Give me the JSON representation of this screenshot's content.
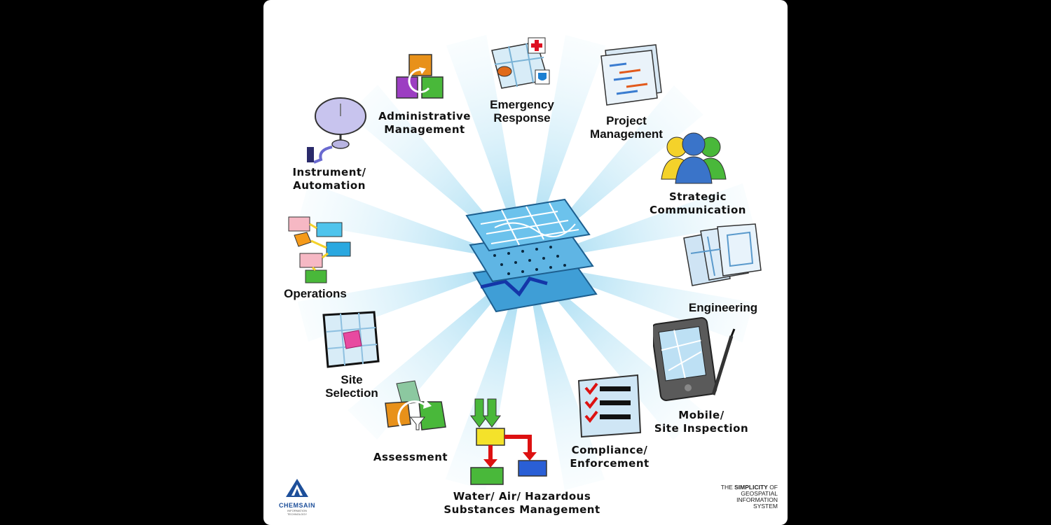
{
  "center": {
    "name": "gis-layers-stack"
  },
  "nodes": [
    {
      "id": "administrative",
      "lines": [
        "Administrative",
        "Management"
      ],
      "icon": "cubes-cycle-icon"
    },
    {
      "id": "emergency",
      "lines": [
        "Emergency",
        "Response"
      ],
      "icon": "map-medical-icon"
    },
    {
      "id": "project",
      "lines": [
        "Project",
        "Management"
      ],
      "icon": "gantt-documents-icon"
    },
    {
      "id": "strategic",
      "lines": [
        "Strategic",
        "Communication"
      ],
      "icon": "people-group-icon"
    },
    {
      "id": "engineering",
      "lines": [
        "Engineering"
      ],
      "icon": "blueprint-sheets-icon"
    },
    {
      "id": "mobile",
      "lines": [
        "Mobile/",
        "Site Inspection"
      ],
      "icon": "pda-stylus-icon"
    },
    {
      "id": "compliance",
      "lines": [
        "Compliance/",
        "Enforcement"
      ],
      "icon": "checklist-icon"
    },
    {
      "id": "water",
      "lines": [
        "Water/ Air/ Hazardous",
        "Substances Management"
      ],
      "icon": "flow-chart-icon"
    },
    {
      "id": "assessment",
      "lines": [
        "Assessment"
      ],
      "icon": "cubes-funnel-icon"
    },
    {
      "id": "site",
      "lines": [
        "Site",
        "Selection"
      ],
      "icon": "parcel-map-icon"
    },
    {
      "id": "operations",
      "lines": [
        "Operations"
      ],
      "icon": "process-flow-icon"
    },
    {
      "id": "instrument",
      "lines": [
        "Instrument/",
        "Automation"
      ],
      "icon": "sensor-dish-icon"
    }
  ],
  "logo": {
    "text": "CHEMSAIN",
    "subtext": "INFORMATION TECHNOLOGY"
  },
  "tagline": {
    "line1_pre": "THE ",
    "line1_bold": "SIMPLICITY",
    "line1_post": " OF",
    "line2": "GEOSPATIAL",
    "line3": "INFORMATION",
    "line4": "SYSTEM"
  },
  "colors": {
    "ray": "#bfe6f7",
    "layer": "#4aa8dc",
    "layer_dark": "#1a6fa8",
    "background": "#ffffff"
  }
}
